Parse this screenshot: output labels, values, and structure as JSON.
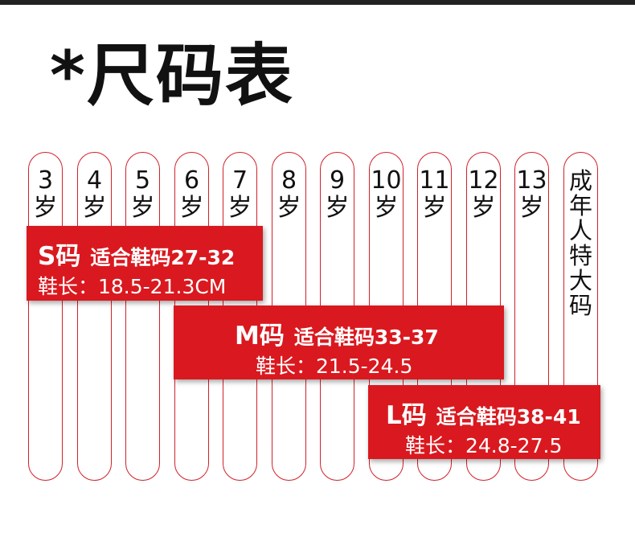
{
  "title": "*尺码表",
  "columns": [
    {
      "age": "3",
      "unit": "岁"
    },
    {
      "age": "4",
      "unit": "岁"
    },
    {
      "age": "5",
      "unit": "岁"
    },
    {
      "age": "6",
      "unit": "岁"
    },
    {
      "age": "7",
      "unit": "岁"
    },
    {
      "age": "8",
      "unit": "岁"
    },
    {
      "age": "9",
      "unit": "岁"
    },
    {
      "age": "10",
      "unit": "岁"
    },
    {
      "age": "11",
      "unit": "岁"
    },
    {
      "age": "12",
      "unit": "岁"
    },
    {
      "age": "13",
      "unit": "岁"
    }
  ],
  "adult_column": [
    "成",
    "年",
    "人",
    "特",
    "大",
    "码"
  ],
  "sizes": [
    {
      "size": "S码",
      "fit": "适合鞋码27-32",
      "length": "鞋长：18.5-21.3CM"
    },
    {
      "size": "M码",
      "fit": "适合鞋码33-37",
      "length": "鞋长：21.5-24.5"
    },
    {
      "size": "L码",
      "fit": "适合鞋码38-41",
      "length": "鞋长：24.8-27.5"
    }
  ],
  "colors": {
    "accent": "#d9191f",
    "border": "#d0212a",
    "topbar": "#222222"
  }
}
